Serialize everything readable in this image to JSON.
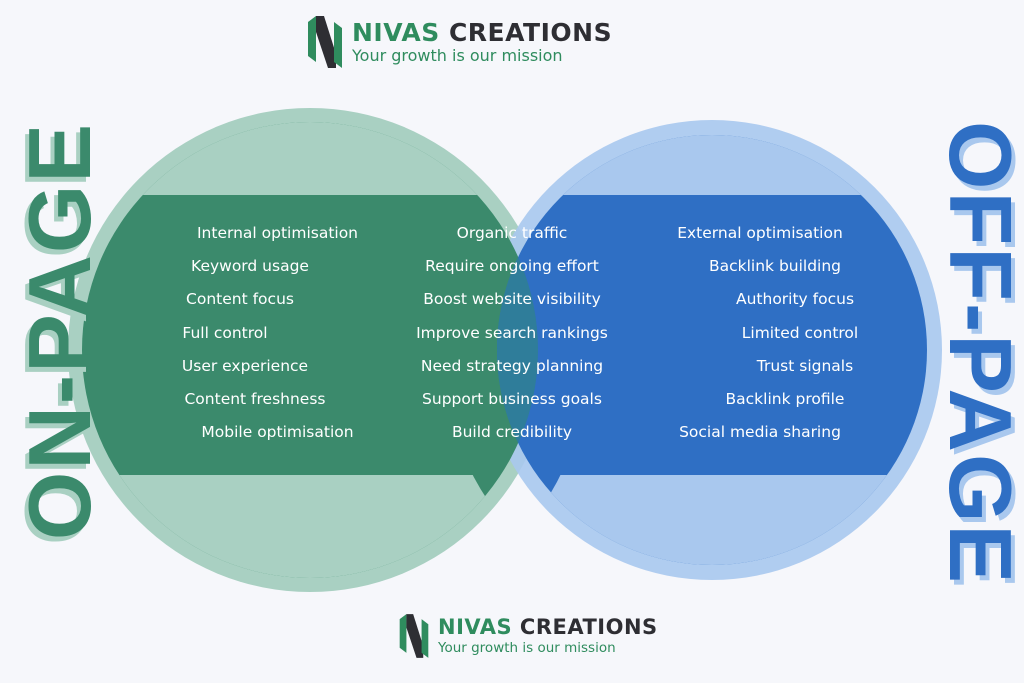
{
  "logo_top": {
    "brand_part1": "NIVAS",
    "brand_part2": "CREATIONS",
    "tagline": "Your growth is our mission"
  },
  "logo_bottom": {
    "brand_part1": "NIVAS",
    "brand_part2": "CREATIONS",
    "tagline": "Your growth is our mission"
  },
  "left_title": "ON-PAGE",
  "right_title": "OFF-PAGE",
  "on_page": [
    "Internal optimisation",
    "Keyword usage",
    "Content focus",
    "Full control",
    "User experience",
    "Content freshness",
    "Mobile optimisation"
  ],
  "shared": [
    "Organic traffic",
    "Require ongoing effort",
    "Boost website visibility",
    "Improve search rankings",
    "Need strategy planning",
    "Support business goals",
    "Build credibility"
  ],
  "off_page": [
    "External optimisation",
    "Backlink building",
    "Authority focus",
    "Limited control",
    "Trust signals",
    "Backlink profile",
    "Social media sharing"
  ],
  "colors": {
    "green": "#3b8a6c",
    "blue": "#2f6fc4",
    "overlap": "#2f7d9a"
  }
}
